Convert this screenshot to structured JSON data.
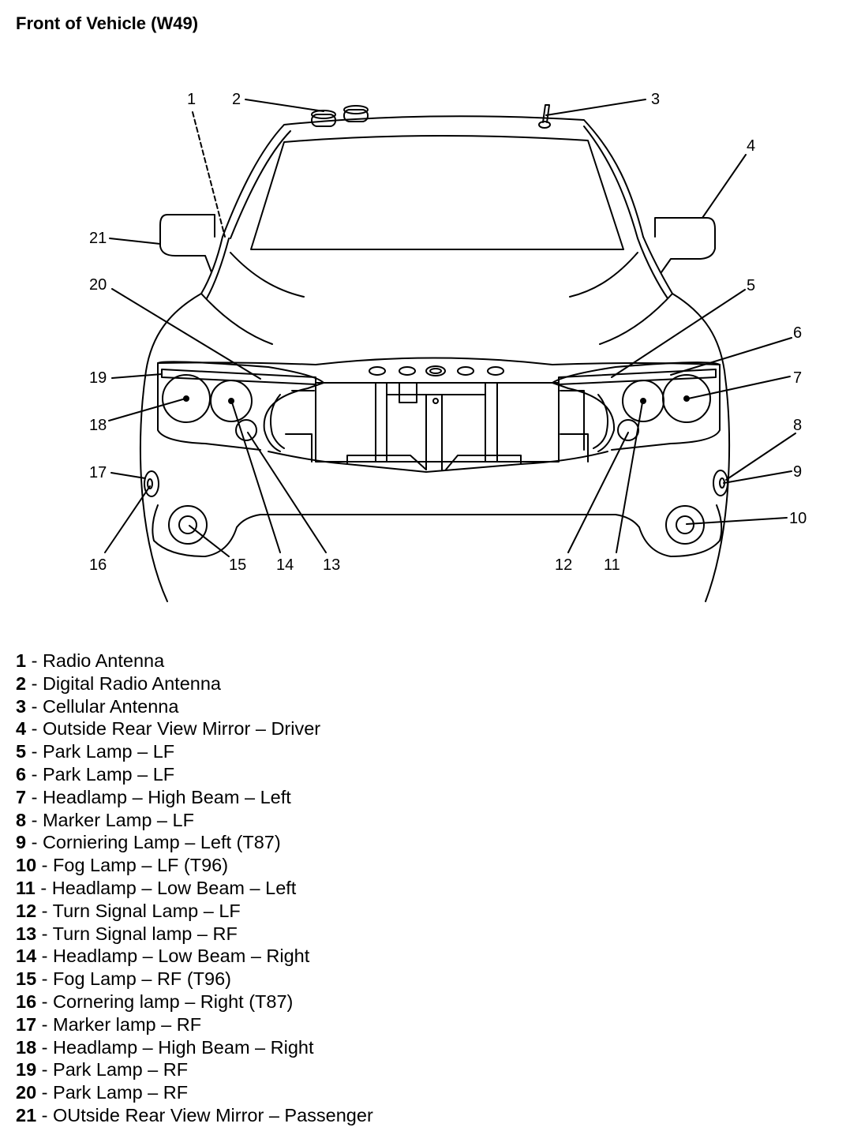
{
  "title": "Front of Vehicle (W49)",
  "callouts": [
    "1",
    "2",
    "3",
    "4",
    "5",
    "6",
    "7",
    "8",
    "9",
    "10",
    "11",
    "12",
    "13",
    "14",
    "15",
    "16",
    "17",
    "18",
    "19",
    "20",
    "21"
  ],
  "legend": [
    {
      "num": "1",
      "text": " - Radio Antenna"
    },
    {
      "num": "2",
      "text": " - Digital Radio Antenna"
    },
    {
      "num": "3",
      "text": " - Cellular Antenna"
    },
    {
      "num": "4",
      "text": " - Outside Rear View Mirror – Driver"
    },
    {
      "num": "5",
      "text": " - Park Lamp – LF"
    },
    {
      "num": "6",
      "text": " - Park Lamp – LF"
    },
    {
      "num": "7",
      "text": " - Headlamp – High Beam – Left"
    },
    {
      "num": "8",
      "text": " - Marker Lamp – LF"
    },
    {
      "num": "9",
      "text": " - Corniering Lamp – Left (T87)"
    },
    {
      "num": "10",
      "text": " - Fog Lamp – LF (T96)"
    },
    {
      "num": "11",
      "text": " - Headlamp – Low Beam – Left"
    },
    {
      "num": "12",
      "text": " - Turn Signal Lamp – LF"
    },
    {
      "num": "13",
      "text": " - Turn Signal lamp – RF"
    },
    {
      "num": "14",
      "text": " - Headlamp – Low Beam – Right"
    },
    {
      "num": "15",
      "text": " - Fog Lamp – RF (T96)"
    },
    {
      "num": "16",
      "text": " - Cornering lamp – Right (T87)"
    },
    {
      "num": "17",
      "text": " - Marker lamp – RF"
    },
    {
      "num": "18",
      "text": " - Headlamp – High Beam – Right"
    },
    {
      "num": "19",
      "text": " - Park Lamp – RF"
    },
    {
      "num": "20",
      "text": " - Park Lamp – RF"
    },
    {
      "num": "21",
      "text": " - OUtside Rear View Mirror – Passenger"
    }
  ]
}
